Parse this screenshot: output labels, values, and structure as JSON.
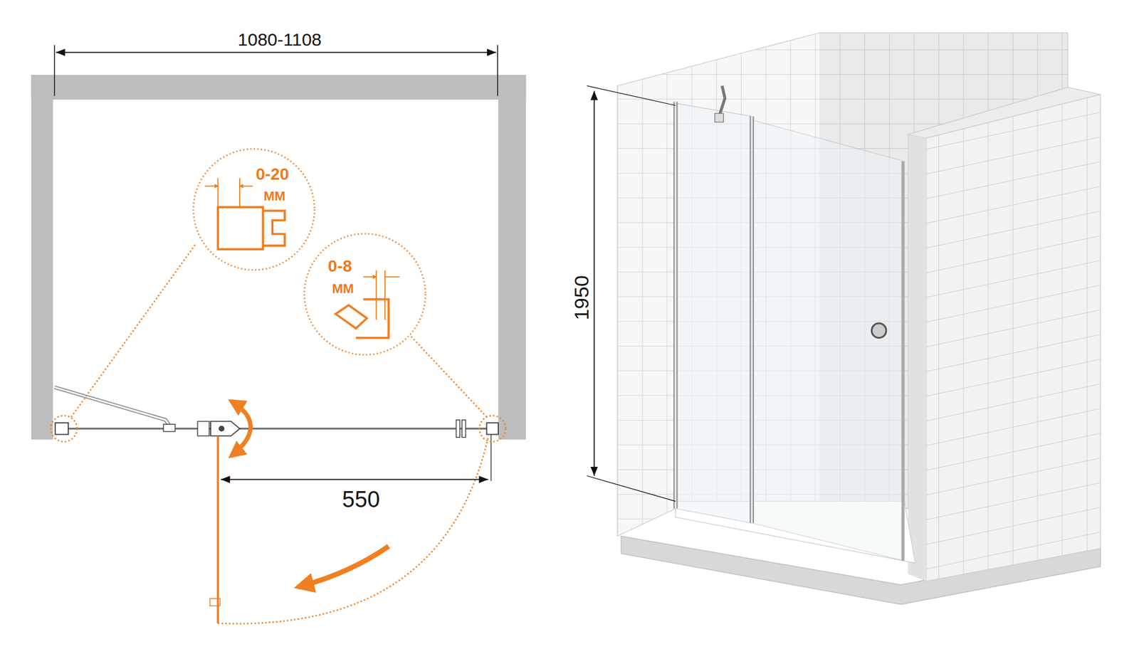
{
  "diagram": {
    "nodes": [
      {
        "text": [
          "0-20",
          "ММ"
        ]
      },
      {
        "text": [
          "0-8",
          "ММ"
        ]
      }
    ],
    "labels": [
      "1080-1108",
      "550",
      "1950"
    ]
  }
}
